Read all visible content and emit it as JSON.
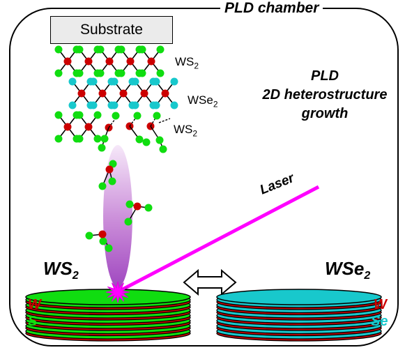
{
  "chamber": {
    "title": "PLD chamber"
  },
  "substrate": {
    "label": "Substrate"
  },
  "layers": [
    {
      "base": "WS",
      "sub": "2"
    },
    {
      "base": "WSe",
      "sub": "2"
    },
    {
      "base": "WS",
      "sub": "2"
    }
  ],
  "process": {
    "line1": "PLD",
    "line2": "2D heterostructure",
    "line3": "growth"
  },
  "laser": {
    "label": "Laser"
  },
  "targets": {
    "left": {
      "base": "WS",
      "sub": "2",
      "elem1": "W",
      "elem2": "S"
    },
    "right": {
      "base": "WSe",
      "sub": "2",
      "elem1": "W",
      "elem2": "Se"
    }
  },
  "colors": {
    "W": "#cc0000",
    "S": "#10dd10",
    "Se": "#18c8cc",
    "laser": "#ff00ff",
    "plume": "#b050c8"
  },
  "icons": {
    "swap": "double-headed-arrow",
    "spot": "laser-impact-star"
  }
}
